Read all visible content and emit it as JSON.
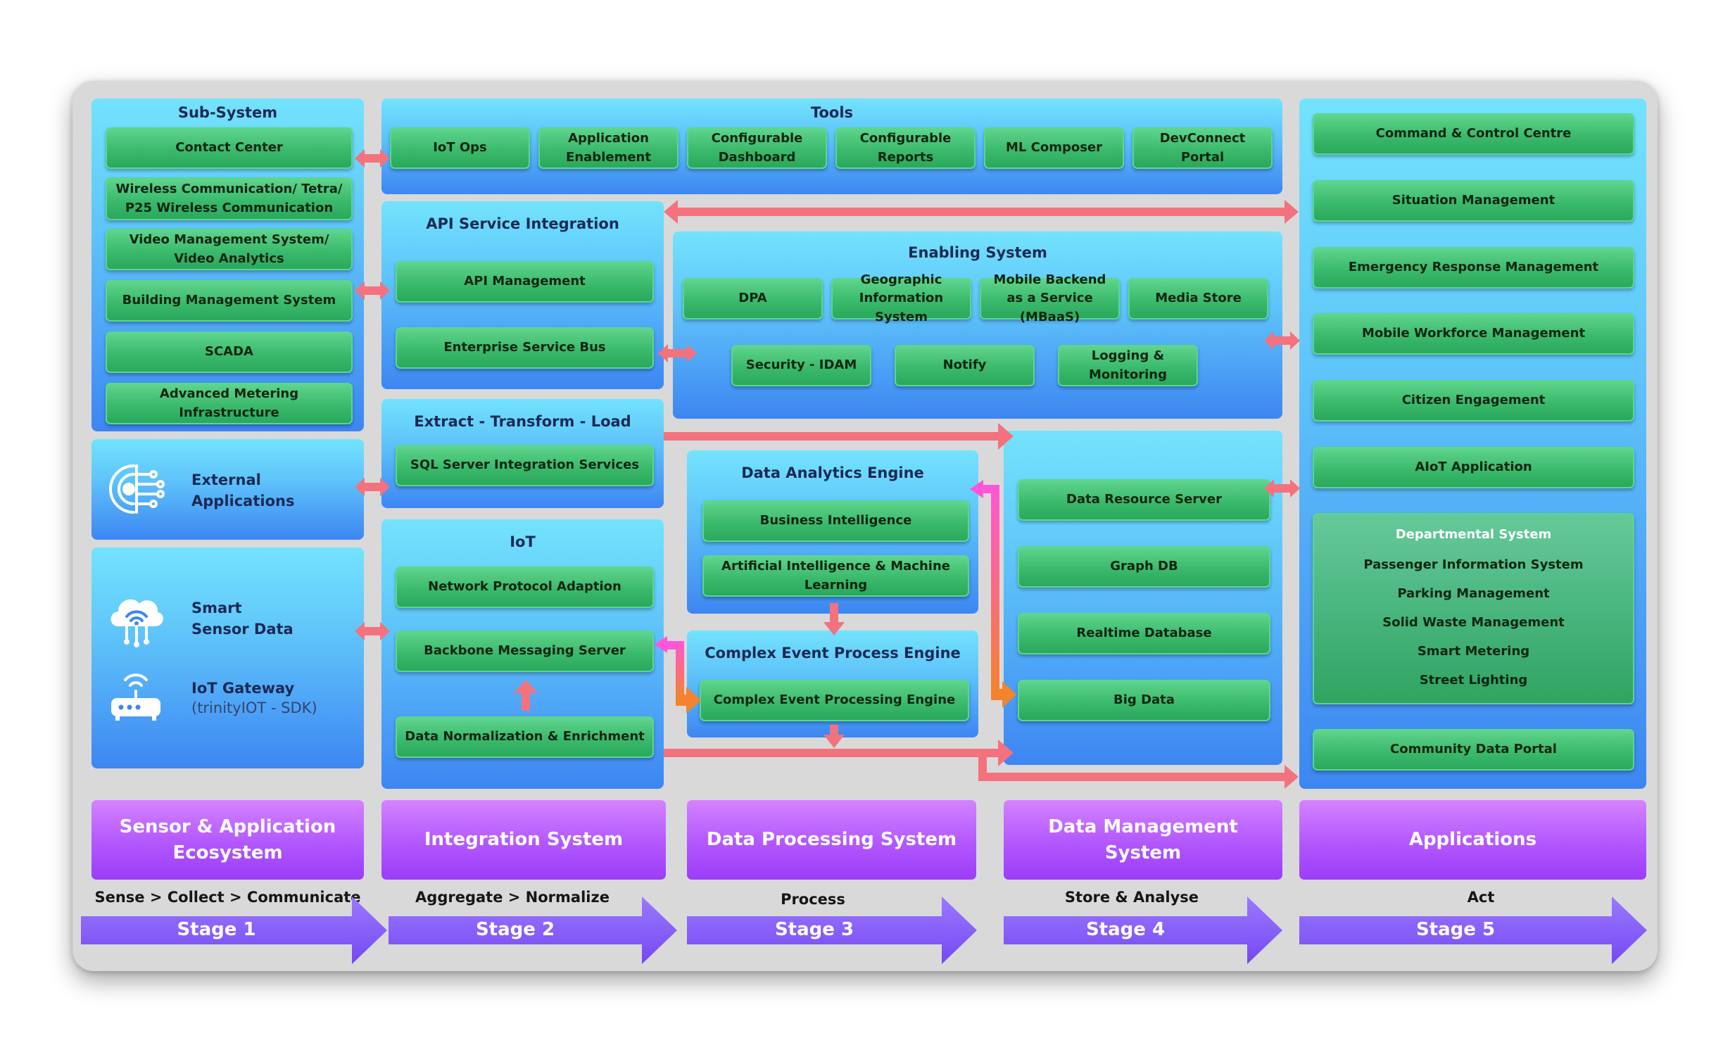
{
  "sensor_eco": {
    "subsystem_title": "Sub-System",
    "subsystems": [
      "Contact Center",
      "Wireless Communication/ Tetra/ P25 Wireless Communication",
      "Video Management System/ Video Analytics",
      "Building Management System",
      "SCADA",
      "Advanced Metering Infrastructure"
    ],
    "external_label": "External Applications",
    "smart_sensor_label": "Smart Sensor Data",
    "gateway_label": "IoT Gateway",
    "gateway_sub": "(trinityIOT - SDK)"
  },
  "tools": {
    "title": "Tools",
    "items": [
      "IoT Ops",
      "Application Enablement",
      "Configurable Dashboard",
      "Configurable Reports",
      "ML Composer",
      "DevConnect Portal"
    ]
  },
  "api_service": {
    "title": "API Service Integration",
    "items": [
      "API Management",
      "Enterprise Service Bus"
    ]
  },
  "etl": {
    "title": "Extract - Transform - Load",
    "items": [
      "SQL Server Integration Services"
    ]
  },
  "iot": {
    "title": "IoT",
    "items": [
      "Network Protocol Adaption",
      "Backbone Messaging Server",
      "Data Normalization & Enrichment"
    ]
  },
  "enabling": {
    "title": "Enabling System",
    "row1": [
      "DPA",
      "Geographic Information System",
      "Mobile Backend as a Service (MBaaS)",
      "Media Store"
    ],
    "row2": [
      "Security - IDAM",
      "Notify",
      "Logging & Monitoring"
    ]
  },
  "analytics": {
    "title": "Data Analytics Engine",
    "items": [
      "Business Intelligence",
      "Artificial Intelligence & Machine Learning"
    ]
  },
  "cep": {
    "title": "Complex Event Process Engine",
    "items": [
      "Complex Event Processing Engine"
    ]
  },
  "data_mgmt": {
    "items": [
      "Data Resource Server",
      "Graph DB",
      "Realtime Database",
      "Big Data"
    ]
  },
  "applications": {
    "items": [
      "Command & Control Centre",
      "Situation Management",
      "Emergency Response Management",
      "Mobile Workforce Management",
      "Citizen Engagement",
      "AIoT Application"
    ],
    "departmental_title": "Departmental System",
    "departmental_items": [
      "Passenger Information System",
      "Parking Management",
      "Solid Waste Management",
      "Smart Metering",
      "Street Lighting"
    ],
    "community": "Community Data Portal"
  },
  "stages": [
    {
      "system": "Sensor & Application Ecosystem",
      "steps": "Sense > Collect > Communicate",
      "label": "Stage 1"
    },
    {
      "system": "Integration System",
      "steps": "Aggregate > Normalize",
      "label": "Stage 2"
    },
    {
      "system": "Data Processing System",
      "steps": "Process",
      "label": "Stage 3"
    },
    {
      "system": "Data Management System",
      "steps": "Store & Analyse",
      "label": "Stage 4"
    },
    {
      "system": "Applications",
      "steps": "Act",
      "label": "Stage 5"
    }
  ],
  "colors": {
    "arrow": "#f3727e",
    "arrow_pink": "#ff55d8",
    "arrow_orange": "#f4832e",
    "stage_arrow": "#8a62ff"
  }
}
